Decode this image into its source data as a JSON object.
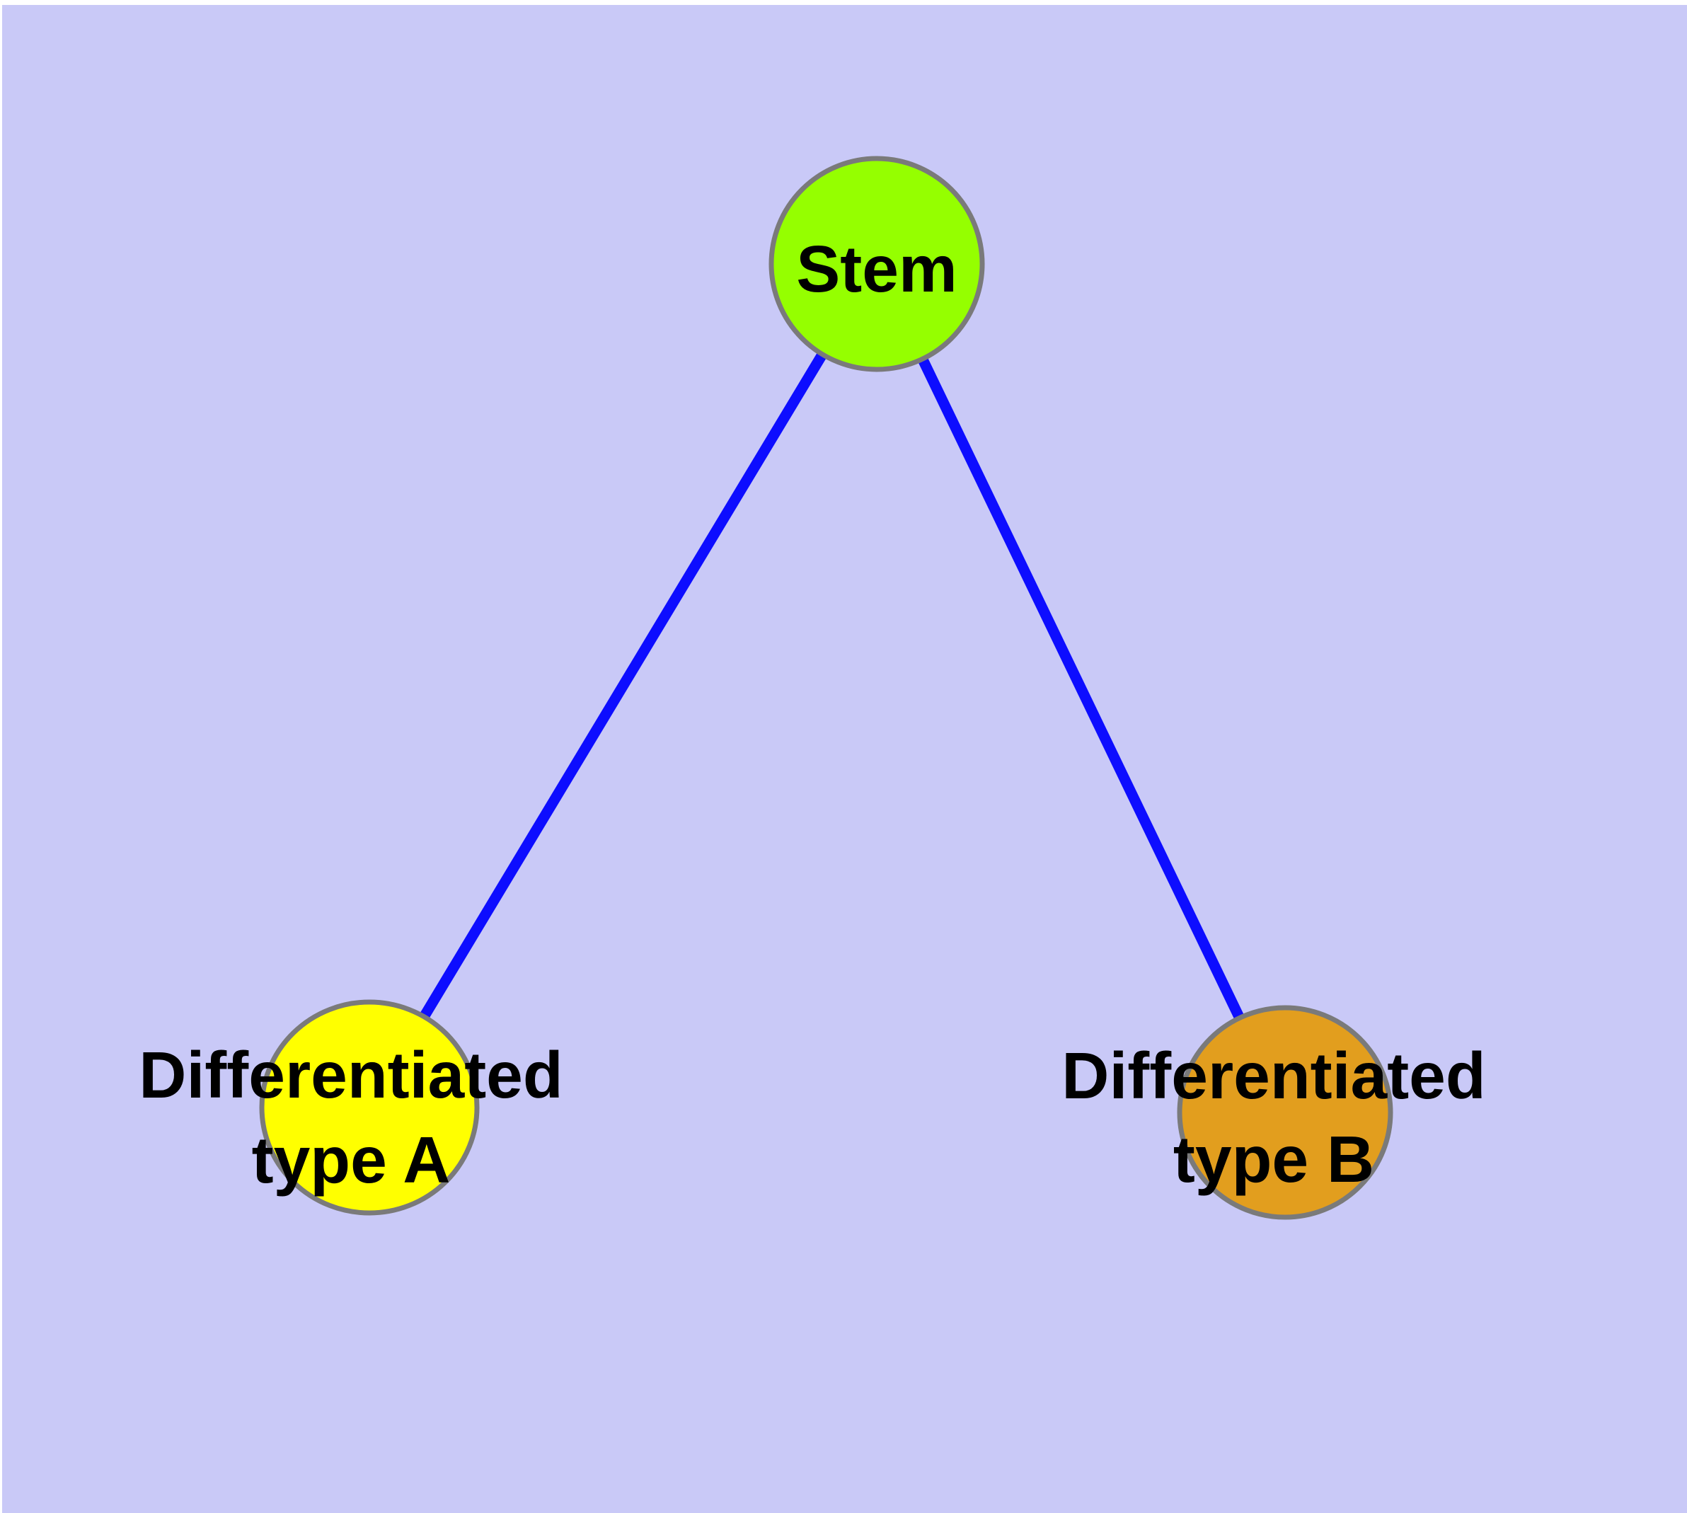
{
  "canvas": {
    "page_color": "#ffffff",
    "background_color": "#c9c9f7"
  },
  "style": {
    "edge_color": "#0d0dff",
    "node_border_color": "#7a7a7a",
    "label_color": "#000000"
  },
  "nodes": {
    "stem": {
      "label": "Stem",
      "fill_color": "#95ff00"
    },
    "diff_a": {
      "label_line1": "Differentiated",
      "label_line2": "type A",
      "fill_color": "#ffff00"
    },
    "diff_b": {
      "label_line1": "Differentiated",
      "label_line2": "type B",
      "fill_color": "#e29e1e"
    }
  },
  "edges": [
    {
      "from": "stem",
      "to": "diff_a"
    },
    {
      "from": "stem",
      "to": "diff_b"
    }
  ]
}
